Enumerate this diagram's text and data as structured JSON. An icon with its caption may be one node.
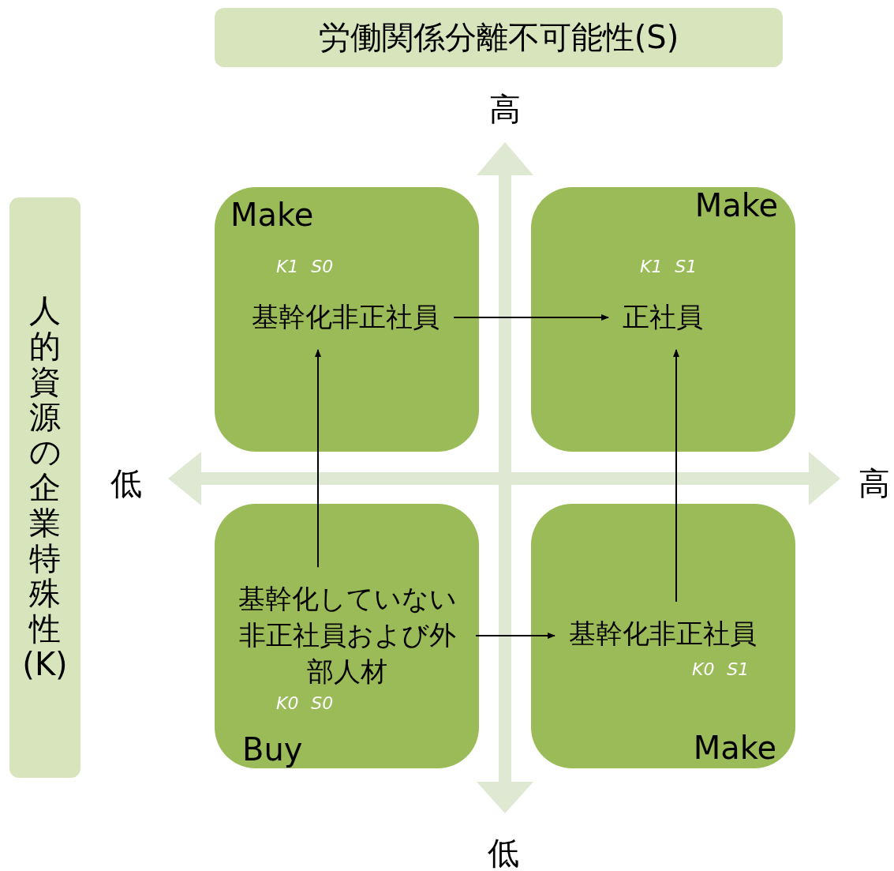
{
  "diagram": {
    "nodes": [
      {
        "text": [
          "労働関係分離不可能性(S)"
        ]
      },
      {
        "text": [
          "人的資源の企業特殊性(K)"
        ]
      },
      {
        "text": [
          "Make",
          "K1 S0"
        ]
      },
      {
        "text": [
          "基幹化非正社員"
        ],
        "in": 2
      },
      {
        "text": [
          "Make",
          "K1 S1"
        ]
      },
      {
        "text": [
          "正社員"
        ],
        "in": 4
      },
      {
        "text": [
          "K0 S0",
          "Buy"
        ]
      },
      {
        "text": [
          "基幹化していない非正社員および外部人材"
        ],
        "in": 6
      },
      {
        "text": [
          "K0 S1",
          "Make"
        ]
      },
      {
        "text": [
          "基幹化非正社員"
        ],
        "in": 8
      }
    ],
    "edges": [
      {
        "from": 3,
        "to": 5,
        "arrow": "to"
      },
      {
        "from": 7,
        "to": 3,
        "arrow": "to"
      },
      {
        "from": 7,
        "to": 9,
        "arrow": "to"
      },
      {
        "from": 9,
        "to": 5,
        "arrow": "to"
      }
    ],
    "labels": [
      "高",
      "低",
      "高",
      "低"
    ]
  }
}
